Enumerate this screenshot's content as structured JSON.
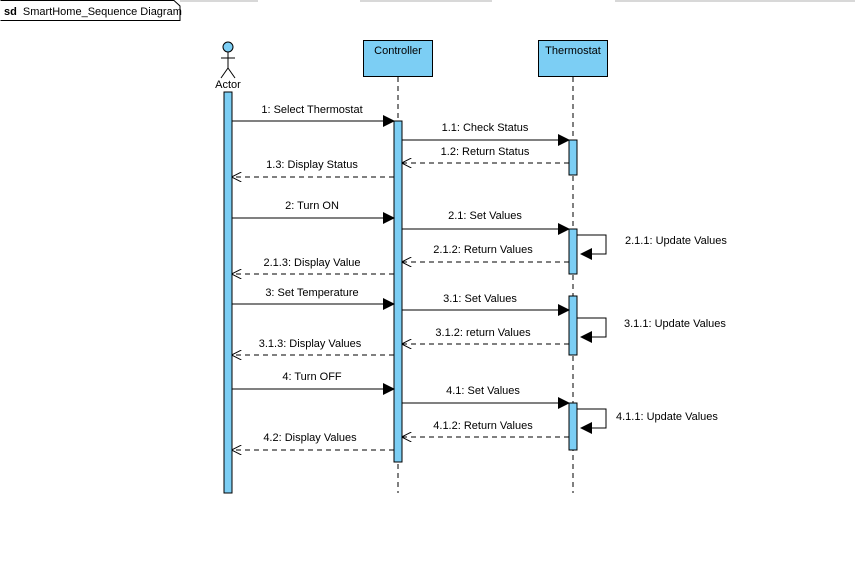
{
  "frame": {
    "keyword": "sd",
    "name": "SmartHome_Sequence Diagram"
  },
  "colors": {
    "lifeline_fill": "#7ccef4",
    "stroke": "#000000",
    "frame_fill": "#ffffff"
  },
  "lifelines": [
    {
      "id": "actor",
      "kind": "actor",
      "label": "Actor"
    },
    {
      "id": "controller",
      "kind": "object",
      "label": "Controller"
    },
    {
      "id": "thermostat",
      "kind": "object",
      "label": "Thermostat"
    }
  ],
  "messages": [
    {
      "label": "1: Select Thermostat",
      "from": "actor",
      "to": "controller",
      "kind": "sync"
    },
    {
      "label": "1.1: Check Status",
      "from": "controller",
      "to": "thermostat",
      "kind": "sync"
    },
    {
      "label": "1.2: Return Status",
      "from": "thermostat",
      "to": "controller",
      "kind": "return"
    },
    {
      "label": "1.3: Display Status",
      "from": "controller",
      "to": "actor",
      "kind": "return"
    },
    {
      "label": "2: Turn ON",
      "from": "actor",
      "to": "controller",
      "kind": "sync"
    },
    {
      "label": "2.1: Set Values",
      "from": "controller",
      "to": "thermostat",
      "kind": "sync"
    },
    {
      "label": "2.1.1: Update Values",
      "from": "thermostat",
      "to": "thermostat",
      "kind": "self"
    },
    {
      "label": "2.1.2: Return Values",
      "from": "thermostat",
      "to": "controller",
      "kind": "return"
    },
    {
      "label": "2.1.3: Display Value",
      "from": "controller",
      "to": "actor",
      "kind": "return"
    },
    {
      "label": "3: Set Temperature",
      "from": "actor",
      "to": "controller",
      "kind": "sync"
    },
    {
      "label": "3.1: Set Values",
      "from": "controller",
      "to": "thermostat",
      "kind": "sync"
    },
    {
      "label": "3.1.1: Update Values",
      "from": "thermostat",
      "to": "thermostat",
      "kind": "self"
    },
    {
      "label": "3.1.2: return Values",
      "from": "thermostat",
      "to": "controller",
      "kind": "return"
    },
    {
      "label": "3.1.3: Display Values",
      "from": "controller",
      "to": "actor",
      "kind": "return"
    },
    {
      "label": "4: Turn OFF",
      "from": "actor",
      "to": "controller",
      "kind": "sync"
    },
    {
      "label": "4.1: Set Values",
      "from": "controller",
      "to": "thermostat",
      "kind": "sync"
    },
    {
      "label": "4.1.1: Update Values",
      "from": "thermostat",
      "to": "thermostat",
      "kind": "self"
    },
    {
      "label": "4.1.2: Return Values",
      "from": "thermostat",
      "to": "controller",
      "kind": "return"
    },
    {
      "label": "4.2: Display Values",
      "from": "controller",
      "to": "actor",
      "kind": "return"
    }
  ]
}
